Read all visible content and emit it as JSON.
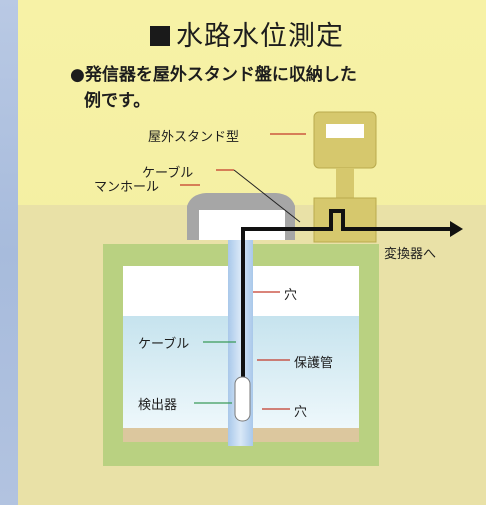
{
  "title": {
    "marker": "■",
    "text": "水路水位測定"
  },
  "description": {
    "bullet": "●",
    "line1": "発信器を屋外スタンド盤に収納した",
    "line2": "例です。"
  },
  "labels": {
    "outdoor_stand": "屋外スタンド型",
    "cable_top": "ケーブル",
    "manhole": "マンホール",
    "to_converter": "変換器へ",
    "hole_top": "穴",
    "cable_inner": "ケーブル",
    "protective_pipe": "保護管",
    "detector": "検出器",
    "hole_bottom": "穴"
  },
  "colors": {
    "panel_background": "#f4ef9f",
    "ground": "#e9e1a7",
    "channel_wall": "#b9d181",
    "water": "#c9e5ef",
    "manhole_cover": "#a6a6a6",
    "stand_body": "#d6c86d",
    "sediment": "#dcc79e"
  }
}
